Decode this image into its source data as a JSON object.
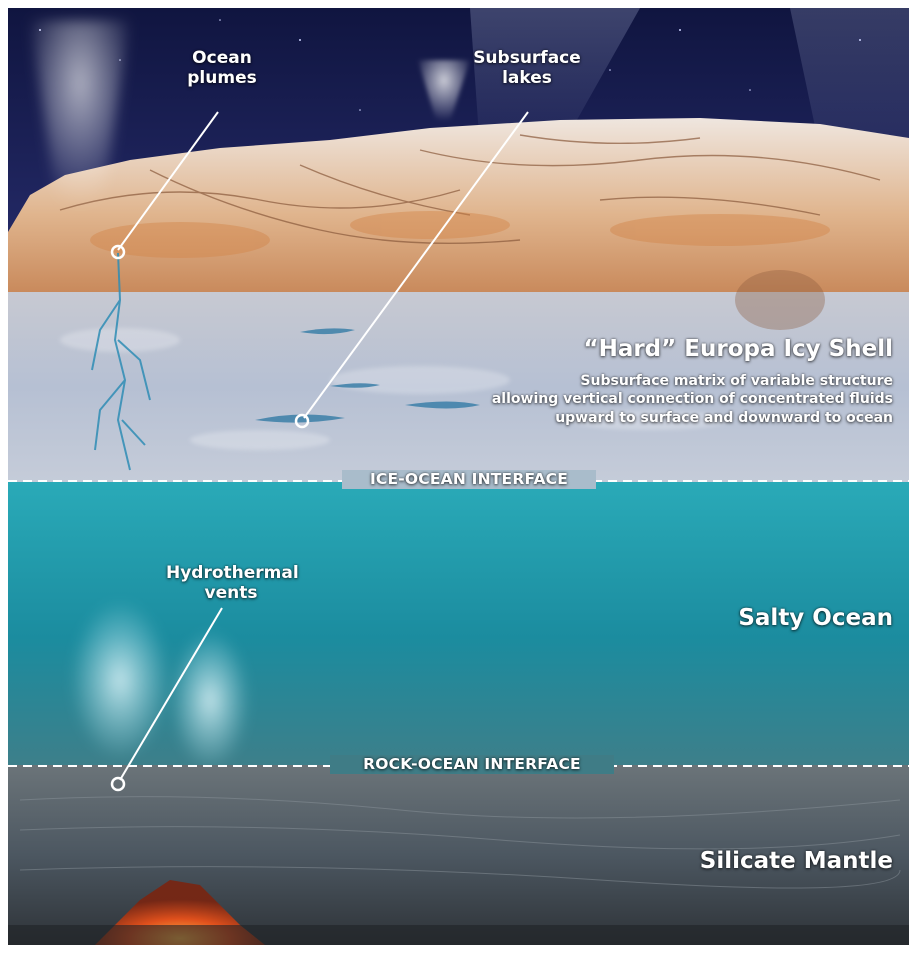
{
  "callouts": {
    "ocean_plumes": "Ocean\nplumes",
    "subsurface_lakes": "Subsurface\nlakes",
    "hydrothermal_vents": "Hydrothermal\nvents"
  },
  "layers": {
    "ice_shell": {
      "title": "“Hard” Europa Icy Shell",
      "description": "Subsurface matrix of variable structure\nallowing vertical connection of concentrated fluids\nupward to surface and downward to ocean"
    },
    "ocean": {
      "title": "Salty Ocean"
    },
    "mantle": {
      "title": "Silicate Mantle"
    }
  },
  "interfaces": {
    "ice_ocean": "ICE-OCEAN INTERFACE",
    "rock_ocean": "ROCK-OCEAN INTERFACE"
  },
  "colors": {
    "space": "#1a1f52",
    "ice_surface": "#d9a37a",
    "ice_shell": "#b9c2d2",
    "ocean": "#1d97ab",
    "mantle": "#4c5761",
    "lava": "#d8451c",
    "label": "#ffffff"
  }
}
